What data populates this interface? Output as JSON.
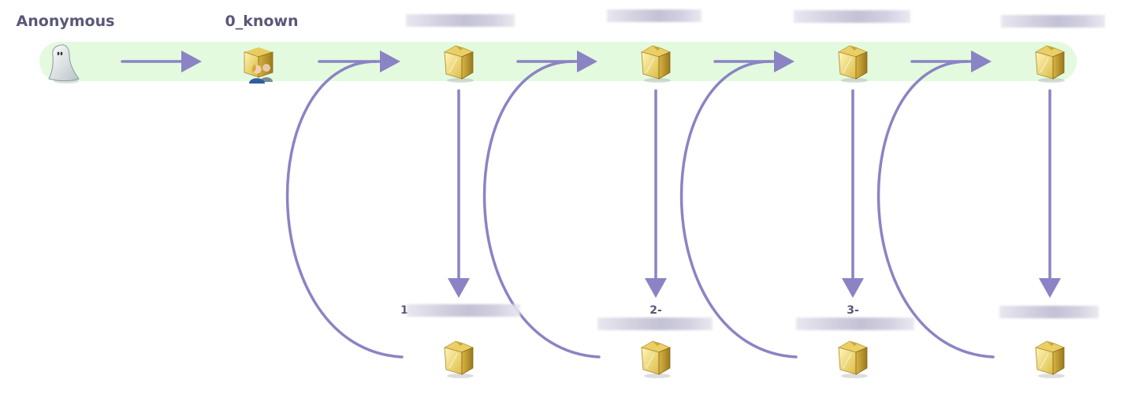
{
  "diagram": {
    "colors": {
      "arrow": "#8a84c4",
      "band": "#e4fadf",
      "label": "#5a5878",
      "box_light": "#f3e28a",
      "box_dark": "#b8962a"
    },
    "main_path": [
      {
        "id": "anonymous",
        "label": "Anonymous",
        "icon": "ghost-icon",
        "redacted": false
      },
      {
        "id": "known",
        "label": "0_known",
        "icon": "box-with-users-icon",
        "redacted": false
      },
      {
        "id": "stage-1",
        "label": "",
        "icon": "box-icon",
        "redacted": true
      },
      {
        "id": "stage-2",
        "label": "",
        "icon": "box-icon",
        "redacted": true
      },
      {
        "id": "stage-3",
        "label": "",
        "icon": "box-icon",
        "redacted": true
      },
      {
        "id": "stage-4",
        "label": "",
        "icon": "box-icon",
        "redacted": true
      }
    ],
    "branch_nodes": [
      {
        "id": "branch-1",
        "label_prefix": "1",
        "icon": "box-icon",
        "redacted": true
      },
      {
        "id": "branch-2",
        "label_prefix": "2-",
        "icon": "box-icon",
        "redacted": true
      },
      {
        "id": "branch-3",
        "label_prefix": "3-",
        "icon": "box-icon",
        "redacted": true
      },
      {
        "id": "branch-4",
        "label_prefix": "",
        "icon": "box-icon",
        "redacted": true
      }
    ],
    "edges": {
      "main_flow": [
        "anonymous->known",
        "known->stage-1",
        "stage-1->stage-2",
        "stage-2->stage-3",
        "stage-3->stage-4"
      ],
      "down": [
        "stage-1->branch-1",
        "stage-2->branch-2",
        "stage-3->branch-3",
        "stage-4->branch-4"
      ],
      "loop_back": [
        "branch-1->stage-1",
        "branch-2->stage-2",
        "branch-3->stage-3",
        "branch-4->stage-4"
      ]
    }
  }
}
